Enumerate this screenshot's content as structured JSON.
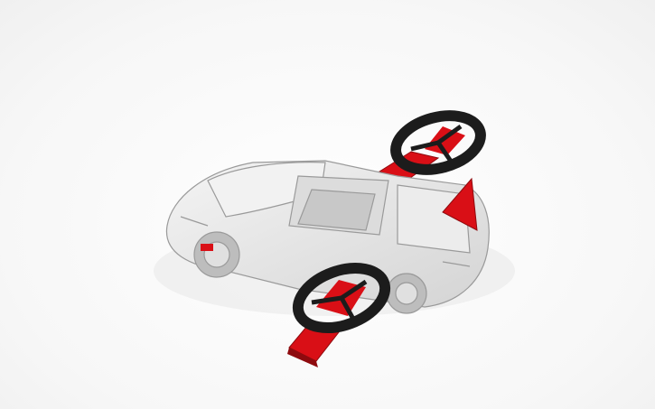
{
  "scene": {
    "colors": {
      "background": "#f7f7f7",
      "car_body": "#e6e6e6",
      "car_outline": "#9a9a9a",
      "tire": "#1c1c1c",
      "rotor_part": "#d90f16",
      "rotor_part_dark": "#8e0a0e"
    },
    "objects": [
      "car-body",
      "front-rotor-wheel",
      "rear-rotor-wheel",
      "red-wing-front",
      "red-wing-rear",
      "red-fin"
    ]
  }
}
